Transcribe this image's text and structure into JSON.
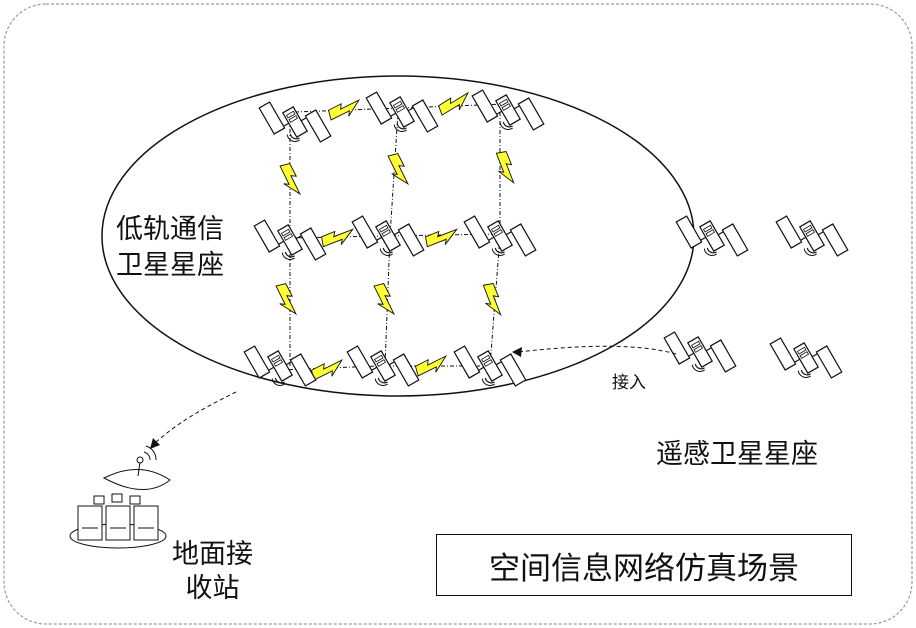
{
  "labels": {
    "leo_line1": "低轨通信",
    "leo_line2": "卫星星座",
    "remote_sensing": "遥感卫星星座",
    "ground_line1": "地面接",
    "ground_line2": "收站",
    "access": "接入",
    "title": "空间信息网络仿真场景"
  },
  "colors": {
    "stroke": "#111111",
    "link_fill": "#ffff33",
    "frame": "#9a9a9a"
  },
  "icons": {
    "satellite": "satellite-icon",
    "laser_link": "lightning-link-icon",
    "ground_station": "ground-station-icon"
  }
}
